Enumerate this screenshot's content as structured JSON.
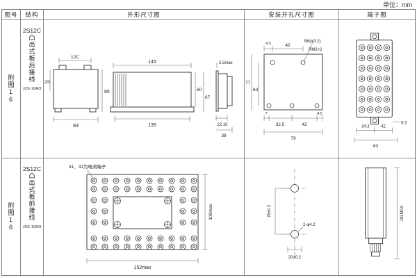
{
  "unit_label": "单位：mm",
  "header": {
    "figure": "图号",
    "structure": "结构",
    "outline": "外形尺寸图",
    "mounting": "安装开孔尺寸图",
    "terminal": "端子图"
  },
  "row1": {
    "figure_no": "附图16",
    "model": "2S12C",
    "structure_text": "凸出式板后接线",
    "type": "JCK-10A/3",
    "outline": {
      "rear_top": "12C",
      "rear_left": "2S",
      "rear_bottom": "83",
      "rear_right": "85",
      "front_top": "145",
      "front_bottom": "135",
      "front_h1": "60",
      "front_h2": "67",
      "side_top": "2.5max",
      "side_dims": "22,10",
      "side_total": "38"
    },
    "mounting": {
      "top1": "4.5",
      "top2": "42",
      "hole": "B6(φ3.2)",
      "thread": "RM2×2",
      "left1": "77",
      "left2": "63",
      "b1": "7",
      "b2": "32.5",
      "b3": "42",
      "b4": "4.5",
      "total": "79"
    },
    "terminal": {
      "d1": "34.3",
      "d2": "42",
      "d3": "6.5",
      "total": "63"
    }
  },
  "row2": {
    "figure_no": "附图16",
    "model": "2S12C",
    "structure_text": "凸出式板前接线",
    "type": "JCK-10A/3",
    "outline": {
      "note": "31、41为电流端子",
      "width": "152max",
      "height": "100max"
    },
    "mounting": {
      "vdim": "76±0.2",
      "holes": "2-φ4.2",
      "hdim": "20±0.2"
    },
    "terminal": {
      "height": "183MAX"
    }
  }
}
